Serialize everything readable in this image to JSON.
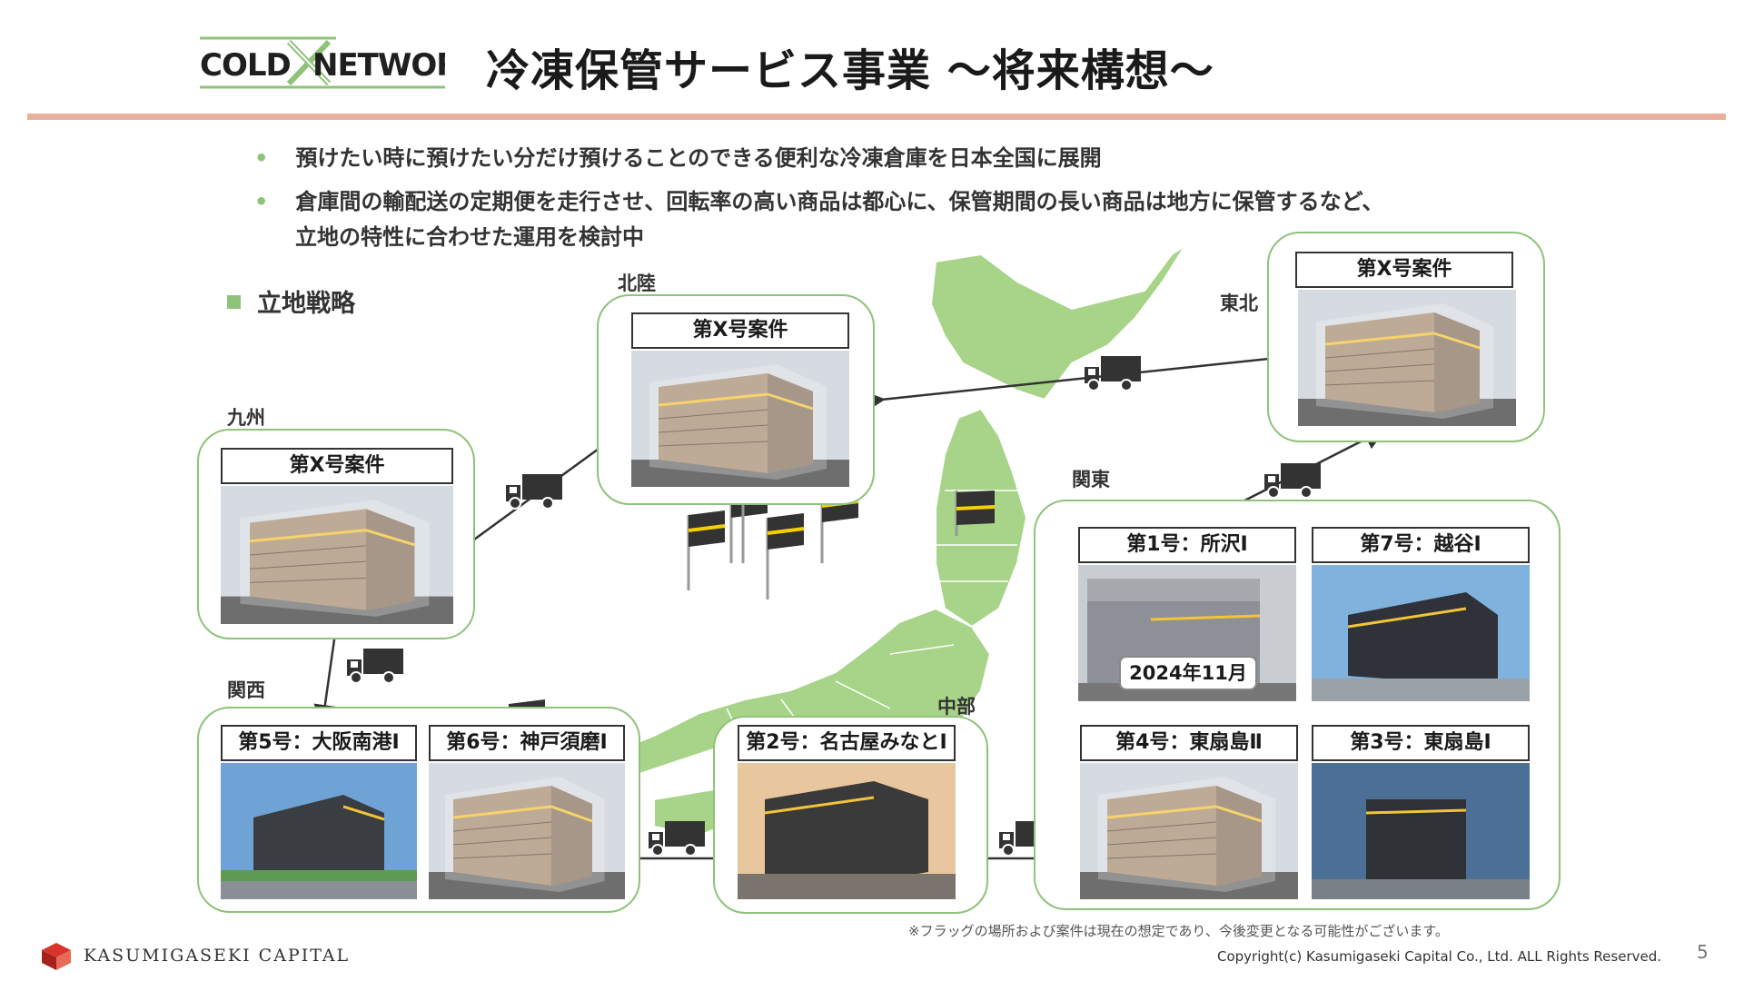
{
  "header": {
    "logo_text_left": "COLD",
    "logo_text_right": "NETWORK",
    "title": "冷凍保管サービス事業 〜将来構想〜"
  },
  "bullets": [
    "預けたい時に預けたい分だけ預けることのできる便利な冷凍倉庫を日本全国に展開",
    "倉庫間の輸配送の定期便を走行させ、回転率の高い商品は都心に、保管期間の長い商品は地方に保管するなど、",
    "立地の特性に合わせた運用を検討中"
  ],
  "bullet_marker": "•",
  "section_title": "立地戦略",
  "regions": {
    "hokuriku": "北陸",
    "tohoku": "東北",
    "kyushu": "九州",
    "kanto": "関東",
    "kansai": "関西",
    "chubu": "中部"
  },
  "projects": {
    "hokuriku": "第X号案件",
    "tohoku": "第X号案件",
    "kyushu": "第X号案件",
    "kanto": [
      {
        "label": "第1号：所沢Ⅰ",
        "badge": "2024年11月"
      },
      {
        "label": "第7号：越谷Ⅰ"
      },
      {
        "label": "第4号：東扇島Ⅱ"
      },
      {
        "label": "第3号：東扇島Ⅰ"
      }
    ],
    "kansai": [
      {
        "label": "第5号：大阪南港Ⅰ"
      },
      {
        "label": "第6号：神戸須磨Ⅰ"
      }
    ],
    "chubu": {
      "label": "第2号：名古屋みなとⅠ"
    }
  },
  "colors": {
    "accent_green": "#8fc27a",
    "map_green": "#a7d488",
    "rule": "#e9b09e",
    "brand_red": "#d9342b"
  },
  "footer": {
    "note": "※フラッグの場所および案件は現在の想定であり、今後変更となる可能性がございます。",
    "copyright": "Copyright(c) Kasumigaseki Capital Co., Ltd. ALL Rights Reserved.",
    "page_number": "5",
    "company": "KASUMIGASEKI CAPITAL"
  }
}
